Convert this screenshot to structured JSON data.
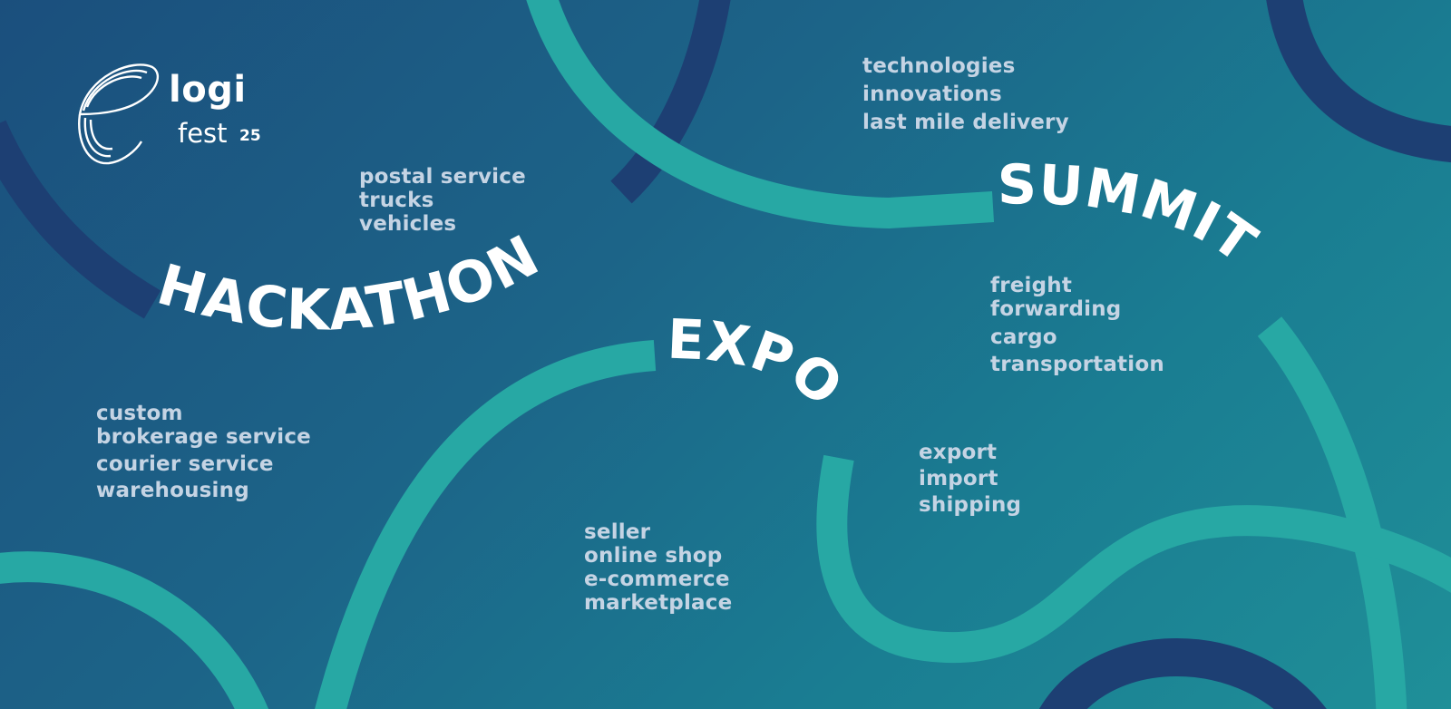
{
  "brand": {
    "logi": "logi",
    "fest": "fest",
    "year": "25",
    "emblem": "e-swoosh-logo"
  },
  "titles": {
    "hackathon": "HACKATHON",
    "summit": "SUMMIT",
    "expo": "EXPO"
  },
  "keywords": {
    "summit_top": [
      "technologies",
      "innovations",
      "last mile delivery"
    ],
    "hackathon_top": [
      "postal service",
      "trucks",
      "vehicles"
    ],
    "summit_right": [
      "freight",
      "forwarding",
      "cargo",
      "transportation"
    ],
    "left_group": [
      "custom",
      "brokerage service",
      "courier service",
      "warehousing"
    ],
    "expo_right": [
      "export",
      "import",
      "shipping"
    ],
    "expo_bottom": [
      "seller",
      "online shop",
      "e-commerce",
      "marketplace"
    ]
  },
  "colors": {
    "background_start": "#1b4f7d",
    "background_end": "#1f8f98",
    "teal_band": "#27a8a4",
    "navy_band": "#1d3f73",
    "title_text": "#ffffff",
    "keyword_text": "#c5d4e4"
  }
}
